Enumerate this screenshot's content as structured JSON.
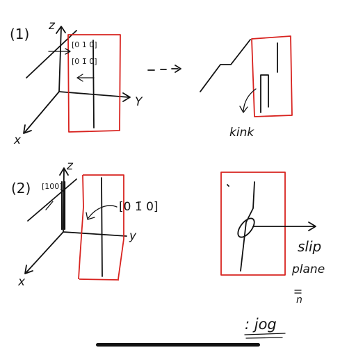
{
  "colors": {
    "ink": "#111111",
    "highlight": "#d8231f",
    "background": "#ffffff"
  },
  "case1": {
    "number": "(1)",
    "axis_z": "z",
    "axis_y": "Y",
    "axis_x": "x",
    "burgers_top": "[0 1 0]",
    "burgers_bottom": "[0 1̄ 0]",
    "transition": "- - ->",
    "result_label": "kink"
  },
  "case2": {
    "number": "(2)",
    "axis_z": "z",
    "axis_y": "y",
    "axis_x": "x",
    "burgers_left": "[100]",
    "burgers_right": "[0 1̄ 0]",
    "slip_word": "slip",
    "plane_word": "plane",
    "normal_mark": "n",
    "result_label": ": jog"
  }
}
